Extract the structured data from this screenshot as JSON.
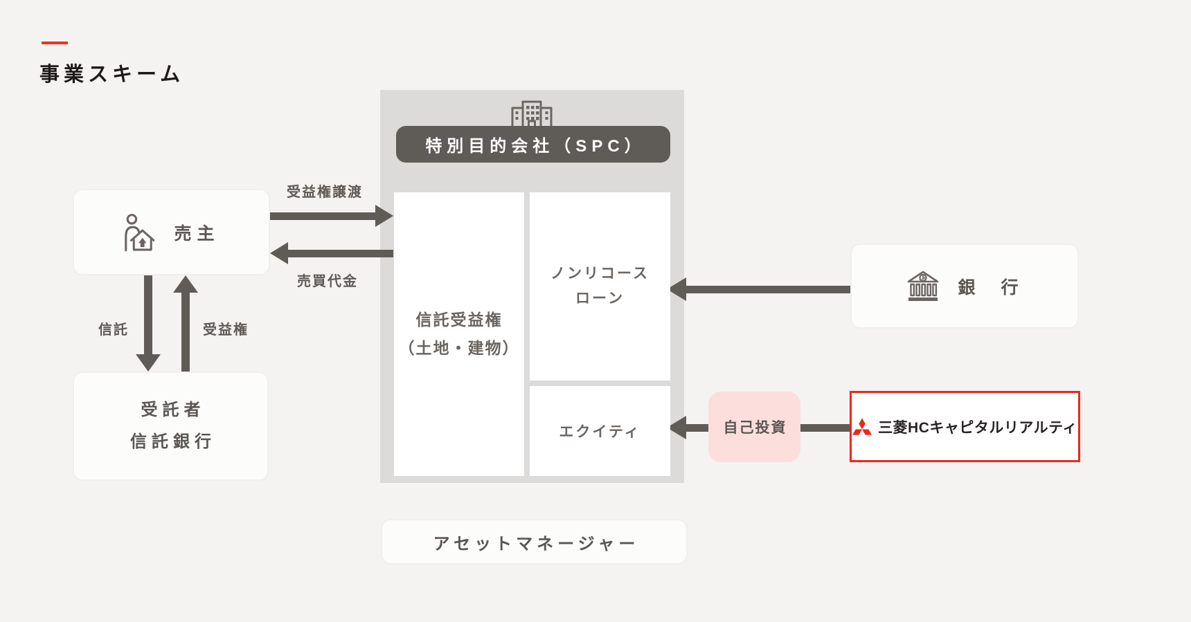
{
  "colors": {
    "background": "#f4f3f1",
    "panel_gray": "#dcdbd9",
    "dark_gray": "#5f5b57",
    "accent_red": "#f5311d",
    "mitsubishi_red": "#e8291c",
    "pink_badge": "#fcdedd"
  },
  "header": {
    "title": "事業スキーム"
  },
  "spc": {
    "title": "特別目的会社（SPC）",
    "trust_asset_line1": "信託受益権",
    "trust_asset_line2": "（土地・建物）",
    "loan_line1": "ノンリコース",
    "loan_line2": "ローン",
    "equity": "エクイティ"
  },
  "parties": {
    "seller": "売主",
    "trustee_line1": "受託者",
    "trustee_line2": "信託銀行",
    "bank": "銀　行",
    "sponsor": "三菱HCキャピタルリアルティ",
    "asset_manager": "アセットマネージャー"
  },
  "flows": {
    "beneficiary_transfer": "受益権譲渡",
    "sale_price": "売買代金",
    "trust": "信託",
    "beneficiary_right": "受益権",
    "self_investment": "自己投資"
  },
  "icons": {
    "building": "building-icon",
    "person_house": "person-house-icon",
    "bank": "bank-building-icon",
    "mitsubishi": "mitsubishi-three-diamonds-icon"
  }
}
